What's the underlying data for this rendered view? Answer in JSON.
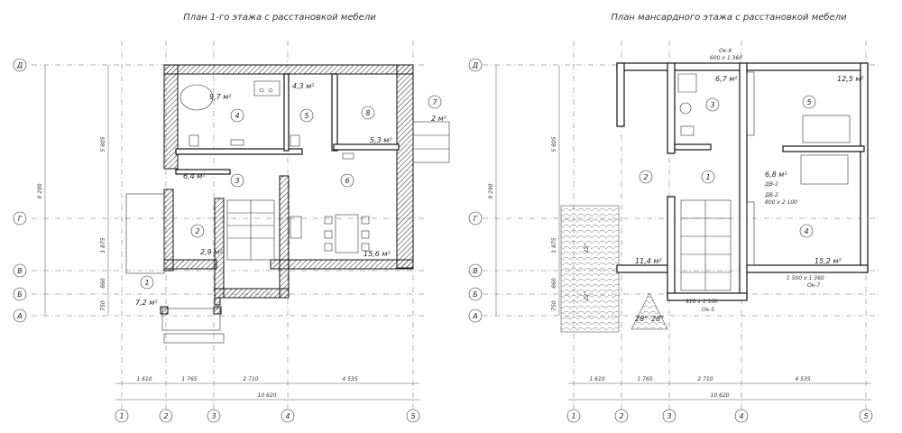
{
  "plan1": {
    "title": "План 1-го этажа с расстановкой мебели",
    "rooms": [
      {
        "num": "1",
        "area": "7,2 м²"
      },
      {
        "num": "2",
        "area": "2,9 м²"
      },
      {
        "num": "3",
        "area": "6,4 м²"
      },
      {
        "num": "4",
        "area": "9,7 м²"
      },
      {
        "num": "5",
        "area": "4,3 м²"
      },
      {
        "num": "6",
        "area": "15,6 м²"
      },
      {
        "num": "7",
        "area": "2 м²"
      },
      {
        "num": "8",
        "area": "5,3 м²"
      }
    ],
    "vdims": [
      "5 805",
      "9 290",
      "1 875",
      "860",
      "750"
    ],
    "hdims": [
      "1 610",
      "1 765",
      "2 710",
      "4 535"
    ],
    "total": "10 620"
  },
  "plan2": {
    "title": "План мансардного этажа с расстановкой мебели",
    "rooms": [
      {
        "num": "1",
        "area": "6,8 м²"
      },
      {
        "num": "2",
        "area": "11,4 м²"
      },
      {
        "num": "3",
        "area": "6,7 м²"
      },
      {
        "num": "4",
        "area": "15,2 м²"
      },
      {
        "num": "5",
        "area": "12,5 м²"
      }
    ],
    "notes": [
      "Ок-6",
      "600 х 1 360",
      "1 500 х 1 360",
      "Ок-7",
      "Ок-5",
      "910 х 1 100",
      "ДВ-2",
      "ДВ-1",
      "800 х 2 100",
      "28°",
      "22°"
    ],
    "vdims": [
      "5 805",
      "9 290",
      "1 875",
      "860",
      "750"
    ],
    "hdims": [
      "1 610",
      "1 765",
      "2 710",
      "4 535"
    ],
    "total": "10 620"
  },
  "axes": {
    "rows": [
      "Д",
      "Г",
      "В",
      "Б",
      "А"
    ],
    "cols": [
      "1",
      "2",
      "3",
      "4",
      "5"
    ]
  }
}
